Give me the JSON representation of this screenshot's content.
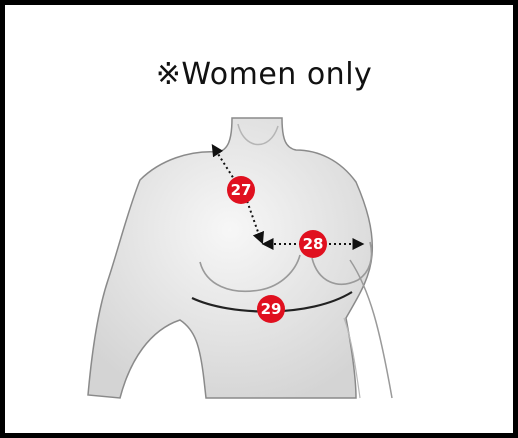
{
  "title": "※Women only",
  "markers": {
    "chest_upper": {
      "number": "27"
    },
    "bust_point_span": {
      "number": "28"
    },
    "underbust": {
      "number": "29"
    }
  },
  "colors": {
    "frame": "#000000",
    "badge": "#e0101f",
    "body_fill": "#ededed",
    "body_stroke": "#8a8a8a",
    "arrow": "#111111"
  }
}
